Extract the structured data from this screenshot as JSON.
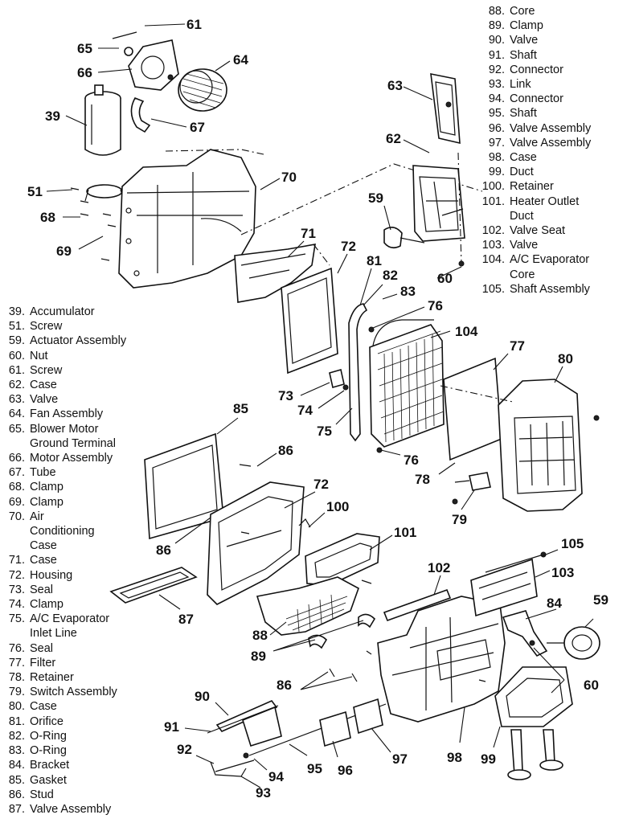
{
  "legend_left": [
    {
      "num": "39.",
      "text": "Accumulator"
    },
    {
      "num": "51.",
      "text": "Screw"
    },
    {
      "num": "59.",
      "text": "Actuator Assembly"
    },
    {
      "num": "60.",
      "text": "Nut"
    },
    {
      "num": "61.",
      "text": "Screw"
    },
    {
      "num": "62.",
      "text": "Case"
    },
    {
      "num": "63.",
      "text": "Valve"
    },
    {
      "num": "64.",
      "text": "Fan Assembly"
    },
    {
      "num": "65.",
      "text": "Blower Motor"
    },
    {
      "num": "",
      "text": "Ground Terminal"
    },
    {
      "num": "66.",
      "text": "Motor Assembly"
    },
    {
      "num": "67.",
      "text": "Tube"
    },
    {
      "num": "68.",
      "text": "Clamp"
    },
    {
      "num": "69.",
      "text": "Clamp"
    },
    {
      "num": "70.",
      "text": "Air"
    },
    {
      "num": "",
      "text": "Conditioning"
    },
    {
      "num": "",
      "text": "Case"
    },
    {
      "num": "71.",
      "text": "Case"
    },
    {
      "num": "72.",
      "text": "Housing"
    },
    {
      "num": "73.",
      "text": "Seal"
    },
    {
      "num": "74.",
      "text": "Clamp"
    },
    {
      "num": "75.",
      "text": "A/C Evaporator"
    },
    {
      "num": "",
      "text": "Inlet Line"
    },
    {
      "num": "76.",
      "text": "Seal"
    },
    {
      "num": "77.",
      "text": "Filter"
    },
    {
      "num": "78.",
      "text": "Retainer"
    },
    {
      "num": "79.",
      "text": "Switch Assembly"
    },
    {
      "num": "80.",
      "text": "Case"
    },
    {
      "num": "81.",
      "text": "Orifice"
    },
    {
      "num": "82.",
      "text": "O-Ring"
    },
    {
      "num": "83.",
      "text": "O-Ring"
    },
    {
      "num": "84.",
      "text": "Bracket"
    },
    {
      "num": "85.",
      "text": "Gasket"
    },
    {
      "num": "86.",
      "text": "Stud"
    },
    {
      "num": "87.",
      "text": "Valve Assembly"
    }
  ],
  "legend_right": [
    {
      "num": "88.",
      "text": "Core"
    },
    {
      "num": "89.",
      "text": "Clamp"
    },
    {
      "num": "90.",
      "text": "Valve"
    },
    {
      "num": "91.",
      "text": "Shaft"
    },
    {
      "num": "92.",
      "text": "Connector"
    },
    {
      "num": "93.",
      "text": "Link"
    },
    {
      "num": "94.",
      "text": "Connector"
    },
    {
      "num": "95.",
      "text": "Shaft"
    },
    {
      "num": "96.",
      "text": "Valve Assembly"
    },
    {
      "num": "97.",
      "text": "Valve Assembly"
    },
    {
      "num": "98.",
      "text": "Case"
    },
    {
      "num": "99.",
      "text": "Duct"
    },
    {
      "num": "100.",
      "text": "Retainer"
    },
    {
      "num": "101.",
      "text": "Heater Outlet"
    },
    {
      "num": "",
      "text": "Duct"
    },
    {
      "num": "102.",
      "text": "Valve Seat"
    },
    {
      "num": "103.",
      "text": "Valve"
    },
    {
      "num": "104.",
      "text": "A/C Evaporator"
    },
    {
      "num": "",
      "text": "Core"
    },
    {
      "num": "105.",
      "text": "Shaft Assembly"
    }
  ],
  "callouts": {
    "c61": "61",
    "c65": "65",
    "c64": "64",
    "c66": "66",
    "c39": "39",
    "c67": "67",
    "c63": "63",
    "c62": "62",
    "c70": "70",
    "c51": "51",
    "c59a": "59",
    "c68": "68",
    "c69": "69",
    "c71": "71",
    "c72a": "72",
    "c81": "81",
    "c82": "82",
    "c83": "83",
    "c60a": "60",
    "c76a": "76",
    "c104": "104",
    "c77": "77",
    "c80": "80",
    "c73": "73",
    "c74": "74",
    "c75": "75",
    "c76b": "76",
    "c78": "78",
    "c79": "79",
    "c85": "85",
    "c86a": "86",
    "c72b": "72",
    "c100": "100",
    "c86b": "86",
    "c101": "101",
    "c87": "87",
    "c105": "105",
    "c102": "102",
    "c103": "103",
    "c84": "84",
    "c59b": "59",
    "c88": "88",
    "c89": "89",
    "c60b": "60",
    "c86c": "86",
    "c90": "90",
    "c91": "91",
    "c92": "92",
    "c94": "94",
    "c95": "95",
    "c96": "96",
    "c97": "97",
    "c98": "98",
    "c99": "99",
    "c93": "93"
  }
}
